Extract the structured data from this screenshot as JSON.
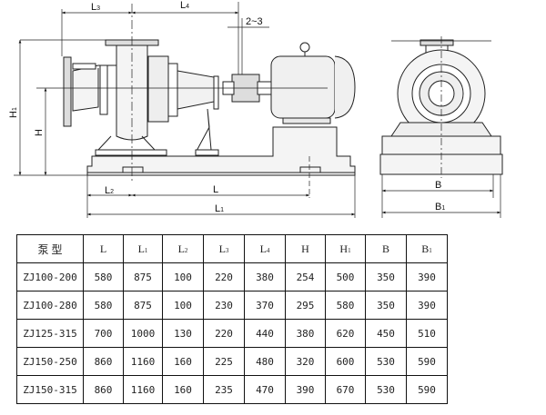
{
  "drawing": {
    "dim_labels": {
      "L3": "L",
      "L3_sub": "3",
      "L4": "L",
      "L4_sub": "4",
      "gap": "2~3",
      "H1": "H",
      "H1_sub": "1",
      "H": "H",
      "L2": "L",
      "L2_sub": "2",
      "L": "L",
      "L1": "L",
      "L1_sub": "1",
      "B": "B",
      "B1": "B",
      "B1_sub": "1"
    }
  },
  "table": {
    "headers": [
      {
        "main": "泵 型",
        "sub": ""
      },
      {
        "main": "L",
        "sub": ""
      },
      {
        "main": "L",
        "sub": "1"
      },
      {
        "main": "L",
        "sub": "2"
      },
      {
        "main": "L",
        "sub": "3"
      },
      {
        "main": "L",
        "sub": "4"
      },
      {
        "main": "H",
        "sub": ""
      },
      {
        "main": "H",
        "sub": "1"
      },
      {
        "main": "B",
        "sub": ""
      },
      {
        "main": "B",
        "sub": "1"
      }
    ],
    "rows": [
      [
        "ZJ100-200",
        "580",
        "875",
        "100",
        "220",
        "380",
        "254",
        "500",
        "350",
        "390"
      ],
      [
        "ZJ100-280",
        "580",
        "875",
        "100",
        "230",
        "370",
        "295",
        "580",
        "350",
        "390"
      ],
      [
        "ZJ125-315",
        "700",
        "1000",
        "130",
        "220",
        "440",
        "380",
        "620",
        "450",
        "510"
      ],
      [
        "ZJ150-250",
        "860",
        "1160",
        "160",
        "225",
        "480",
        "320",
        "600",
        "530",
        "590"
      ],
      [
        "ZJ150-315",
        "860",
        "1160",
        "160",
        "235",
        "470",
        "390",
        "670",
        "530",
        "590"
      ]
    ]
  }
}
